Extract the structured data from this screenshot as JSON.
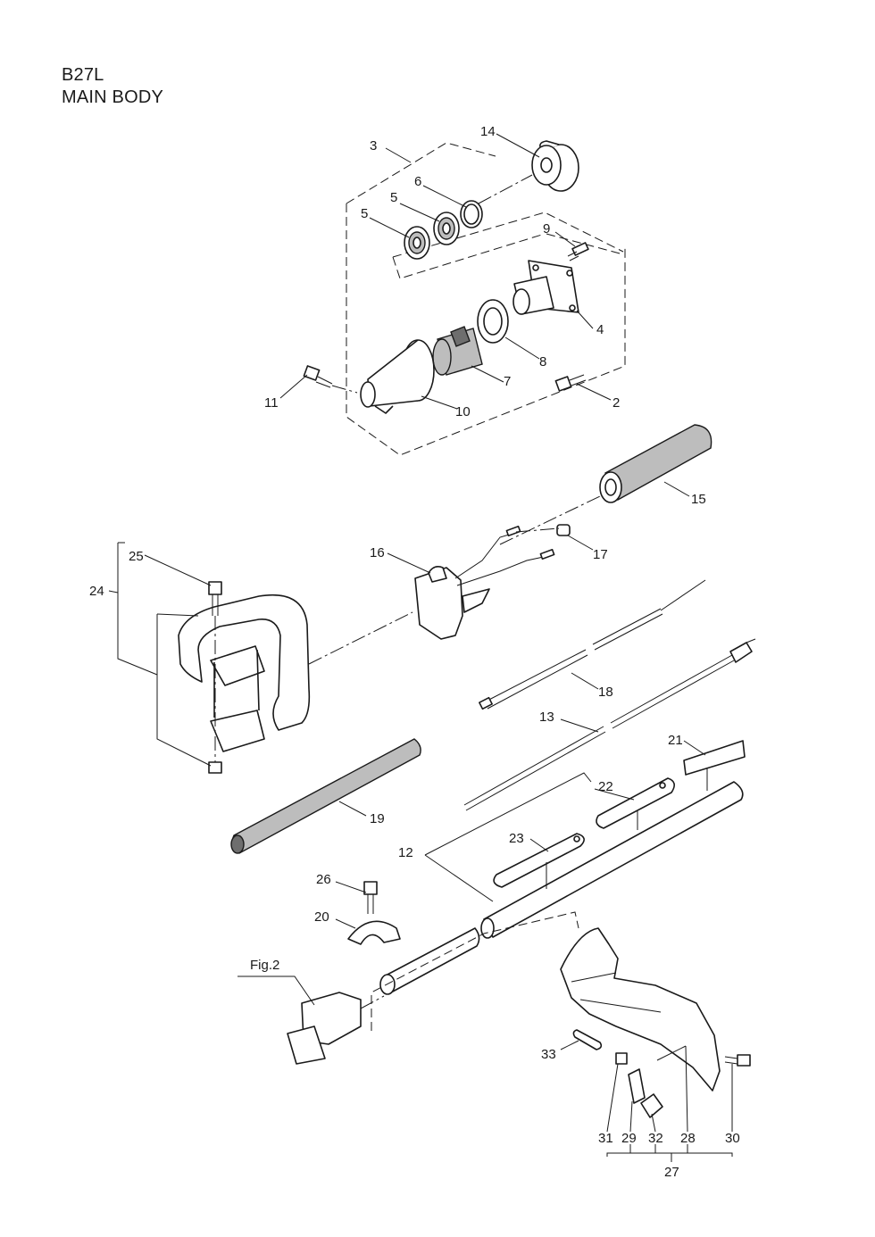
{
  "header": {
    "model": "B27L",
    "section": "MAIN BODY"
  },
  "callouts": {
    "c1": "3",
    "c2": "14",
    "c3": "6",
    "c4": "5",
    "c5": "5",
    "c6": "9",
    "c7": "4",
    "c8": "8",
    "c9": "7",
    "c10": "11",
    "c11": "10",
    "c12": "2",
    "c13": "15",
    "c14": "25",
    "c15": "24",
    "c16": "16",
    "c17": "17",
    "c18": "18",
    "c19": "13",
    "c20": "21",
    "c21": "22",
    "c22": "19",
    "c23": "23",
    "c24": "12",
    "c25": "26",
    "c26": "20",
    "c27": "Fig.2",
    "c28": "33",
    "c29": "31",
    "c30": "29",
    "c31": "32",
    "c32": "28",
    "c33": "30",
    "c34": "27"
  }
}
